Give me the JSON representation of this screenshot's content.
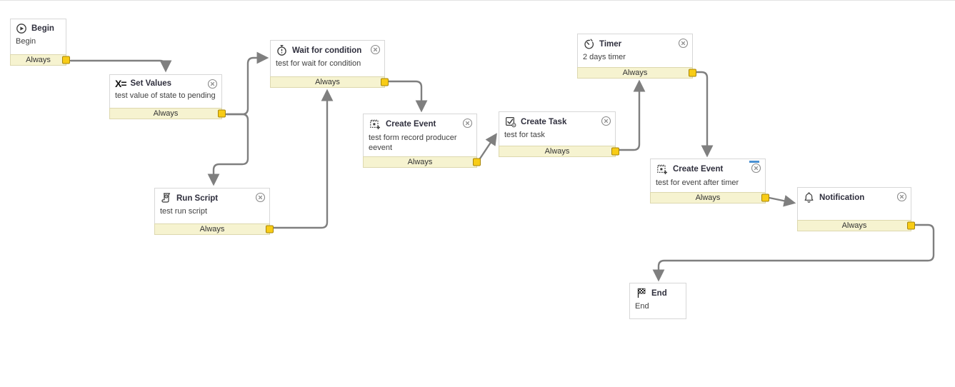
{
  "window": {
    "background": "#ffffff"
  },
  "colors": {
    "node_border": "#d7d7d7",
    "node_background": "#ffffff",
    "transition_bar_background": "#f6f3d0",
    "transition_bar_border": "#ddd8ae",
    "output_port_fill": "#f8cc16",
    "output_port_border": "#a8860a",
    "connector_line": "#7f7f7f",
    "title_text": "#2f2f3d",
    "description_text": "#3f3f3f",
    "selection_mark": "#4a90d2"
  },
  "nodes": {
    "begin": {
      "title": "Begin",
      "description": "Begin",
      "transition": "Always",
      "icon": "play-circle-icon"
    },
    "set_values": {
      "title": "Set Values",
      "description": "test value of state to pending",
      "transition": "Always",
      "icon": "x-equals-icon"
    },
    "wait_for_condition": {
      "title": "Wait for condition",
      "description": "test for wait for condition",
      "transition": "Always",
      "icon": "stopwatch-icon"
    },
    "run_script": {
      "title": "Run Script",
      "description": "test run script",
      "transition": "Always",
      "icon": "script-scroll-icon"
    },
    "create_event_1": {
      "title": "Create Event",
      "description": "test form record producer eevent",
      "transition": "Always",
      "icon": "calendar-plus-icon"
    },
    "create_task": {
      "title": "Create Task",
      "description": "test for task",
      "transition": "Always",
      "icon": "task-check-icon"
    },
    "timer": {
      "title": "Timer",
      "description": "2 days timer",
      "transition": "Always",
      "icon": "timer-clock-icon"
    },
    "create_event_2": {
      "title": "Create Event",
      "description": "test for event after timer",
      "transition": "Always",
      "icon": "calendar-plus-icon"
    },
    "notification": {
      "title": "Notification",
      "description": "",
      "transition": "Always",
      "icon": "bell-icon"
    },
    "end": {
      "title": "End",
      "description": "End",
      "icon": "checkered-flag-icon"
    }
  }
}
